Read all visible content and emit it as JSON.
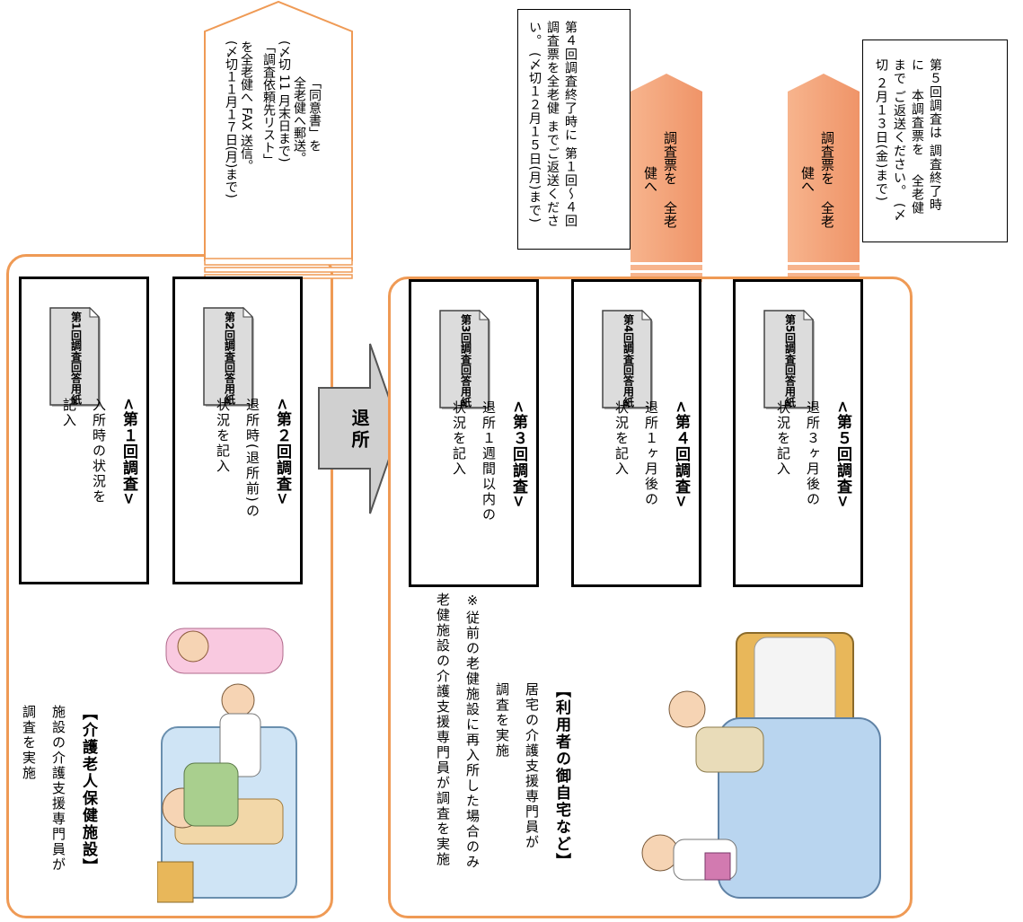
{
  "facility": {
    "title": "【介護老人保健施設】",
    "lines": [
      "施設の介護支援専門員が",
      "調査を実施"
    ]
  },
  "home": {
    "title": "【利用者の御自宅など】",
    "lines": [
      "居宅の介護支援専門員が",
      "調査を実施",
      "※従前の老健施設に再入所した場合のみ",
      "老健施設の介護支援専門員が調査を実施"
    ]
  },
  "discharge_arrow": {
    "label": "退所"
  },
  "surveys": [
    {
      "heading": "<第１回調査>",
      "lines": [
        "入所時の状況を",
        "記入"
      ],
      "doc": [
        "第1回",
        "調査",
        "回答用紙"
      ]
    },
    {
      "heading": "<第２回調査>",
      "lines": [
        "退所時(退所前)の",
        "状況を記入"
      ],
      "doc": [
        "第2回",
        "調査",
        "回答用紙"
      ]
    },
    {
      "heading": "<第３回調査>",
      "lines": [
        "退所１週間以内の",
        "状況を記入"
      ],
      "doc": [
        "第3回",
        "調査",
        "回答用紙"
      ]
    },
    {
      "heading": "<第４回調査>",
      "lines": [
        "退所１ヶ月後の",
        "状況を記入"
      ],
      "doc": [
        "第4回",
        "調査",
        "回答用紙"
      ]
    },
    {
      "heading": "<第５回調査>",
      "lines": [
        "退所３ヶ月後の",
        "状況を記入"
      ],
      "doc": [
        "第5回",
        "調査",
        "回答用紙"
      ]
    }
  ],
  "upload_arrow": {
    "lines": [
      "「同意書」を",
      "全老健へ郵送。",
      "(〆切 11 月末日まで)",
      "「調査依頼先リスト」",
      "を全老健へ FAX 送信。",
      "(〆切１１月１７日(月)まで)"
    ]
  },
  "send_arrows": [
    {
      "lines": [
        "調査票を",
        "全老健へ"
      ]
    },
    {
      "lines": [
        "調査票を",
        "全老健へ"
      ]
    }
  ],
  "notes": [
    {
      "lines": [
        "第４回調査終了時に",
        "第１回～４回調査票を全老健",
        "までご返送ください。",
        "(〆切１２月１５日(月)まで)"
      ]
    },
    {
      "lines": [
        "第５回調査は",
        "調査終了時に",
        "本調査票を",
        "全老健まで",
        "ご返送ください。",
        "(〆切 ２月１３日(金)まで)"
      ]
    }
  ],
  "colors": {
    "region_border": "#ef9a55",
    "arrow_fill": "#f4a57d",
    "big_arrow_fill": "#d0d0d0"
  }
}
